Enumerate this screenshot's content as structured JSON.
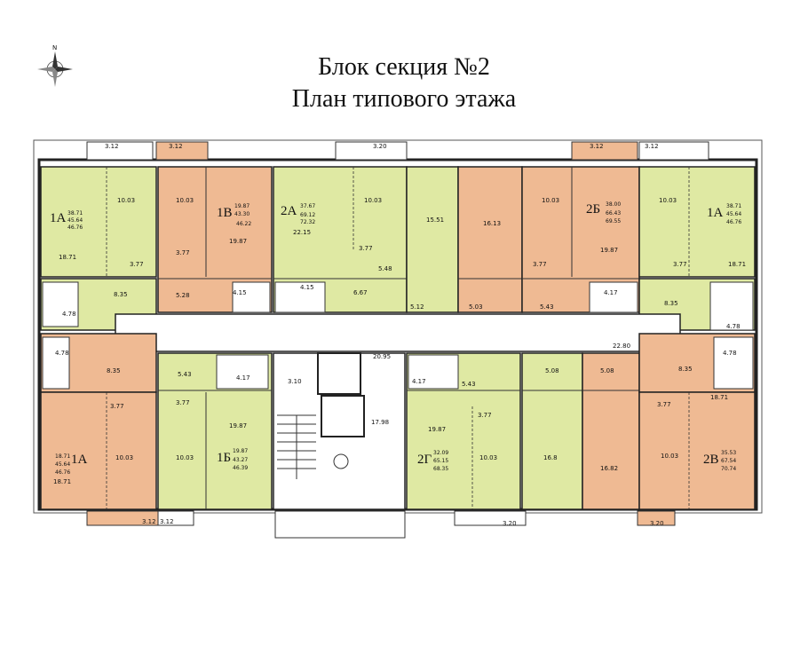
{
  "title": {
    "line1": "Блок секция №2",
    "line2": "План типового этажа"
  },
  "colors": {
    "green": "#dfe9a3",
    "orange": "#efba93",
    "corridor": "#ffffff",
    "wall": "#222222"
  },
  "compass": {
    "icon": "compass-rose-icon"
  },
  "apartments": [
    {
      "id": "1A-top-left",
      "code": "1А",
      "areas": [
        "38.71",
        "45.64",
        "46.76"
      ],
      "color": "orange-no"
    },
    {
      "id": "1B-top",
      "code": "1В",
      "areas": [
        "19.87",
        "43.30",
        "46.22"
      ]
    },
    {
      "id": "2A-top",
      "code": "2А",
      "areas": [
        "37.67",
        "69.12",
        "72.32"
      ]
    },
    {
      "id": "2B-top",
      "code": "2Б",
      "areas": [
        "38.00",
        "66.43",
        "69.55"
      ]
    },
    {
      "id": "1A-top-right",
      "code": "1А",
      "areas": [
        "38.71",
        "45.64",
        "46.76"
      ]
    },
    {
      "id": "1A-bottom-left",
      "code": "1А",
      "areas": [
        "18.71",
        "45.64",
        "46.76"
      ]
    },
    {
      "id": "1B-bottom",
      "code": "1Б",
      "areas": [
        "19.87",
        "43.27",
        "46.39"
      ]
    },
    {
      "id": "2G-bottom",
      "code": "2Г",
      "areas": [
        "32.09",
        "65.15",
        "68.35"
      ]
    },
    {
      "id": "2V-bottom",
      "code": "2В",
      "areas": [
        "35.53",
        "67.54",
        "70.74"
      ]
    }
  ],
  "room_labels": {
    "top": [
      "3.12",
      "3.12",
      "3.20",
      "3.12",
      "3.12",
      "10.03",
      "10.03",
      "10.03",
      "10.03",
      "10.03",
      "15.51",
      "16.13",
      "18.71",
      "19.87",
      "22.15",
      "19.87",
      "18.71",
      "3.77",
      "3.77",
      "3.77",
      "3.77",
      "3.77",
      "5.48",
      "6.67",
      "4.15",
      "4.15",
      "5.28",
      "8.35",
      "4.78",
      "5.12",
      "5.03",
      "5.43",
      "4.17",
      "8.35",
      "4.78"
    ],
    "middle": [
      "22.80",
      "20.95",
      "3.10",
      "17.98"
    ],
    "bottom": [
      "4.78",
      "8.35",
      "5.43",
      "4.17",
      "3.77",
      "3.77",
      "19.87",
      "10.03",
      "10.03",
      "18.71",
      "4.17",
      "5.43",
      "3.77",
      "19.87",
      "10.03",
      "16.8",
      "5.08",
      "5.08",
      "16.82",
      "8.35",
      "4.78",
      "3.77",
      "18.71",
      "10.03",
      "3.12",
      "3.12",
      "3.20",
      "3.20"
    ]
  }
}
